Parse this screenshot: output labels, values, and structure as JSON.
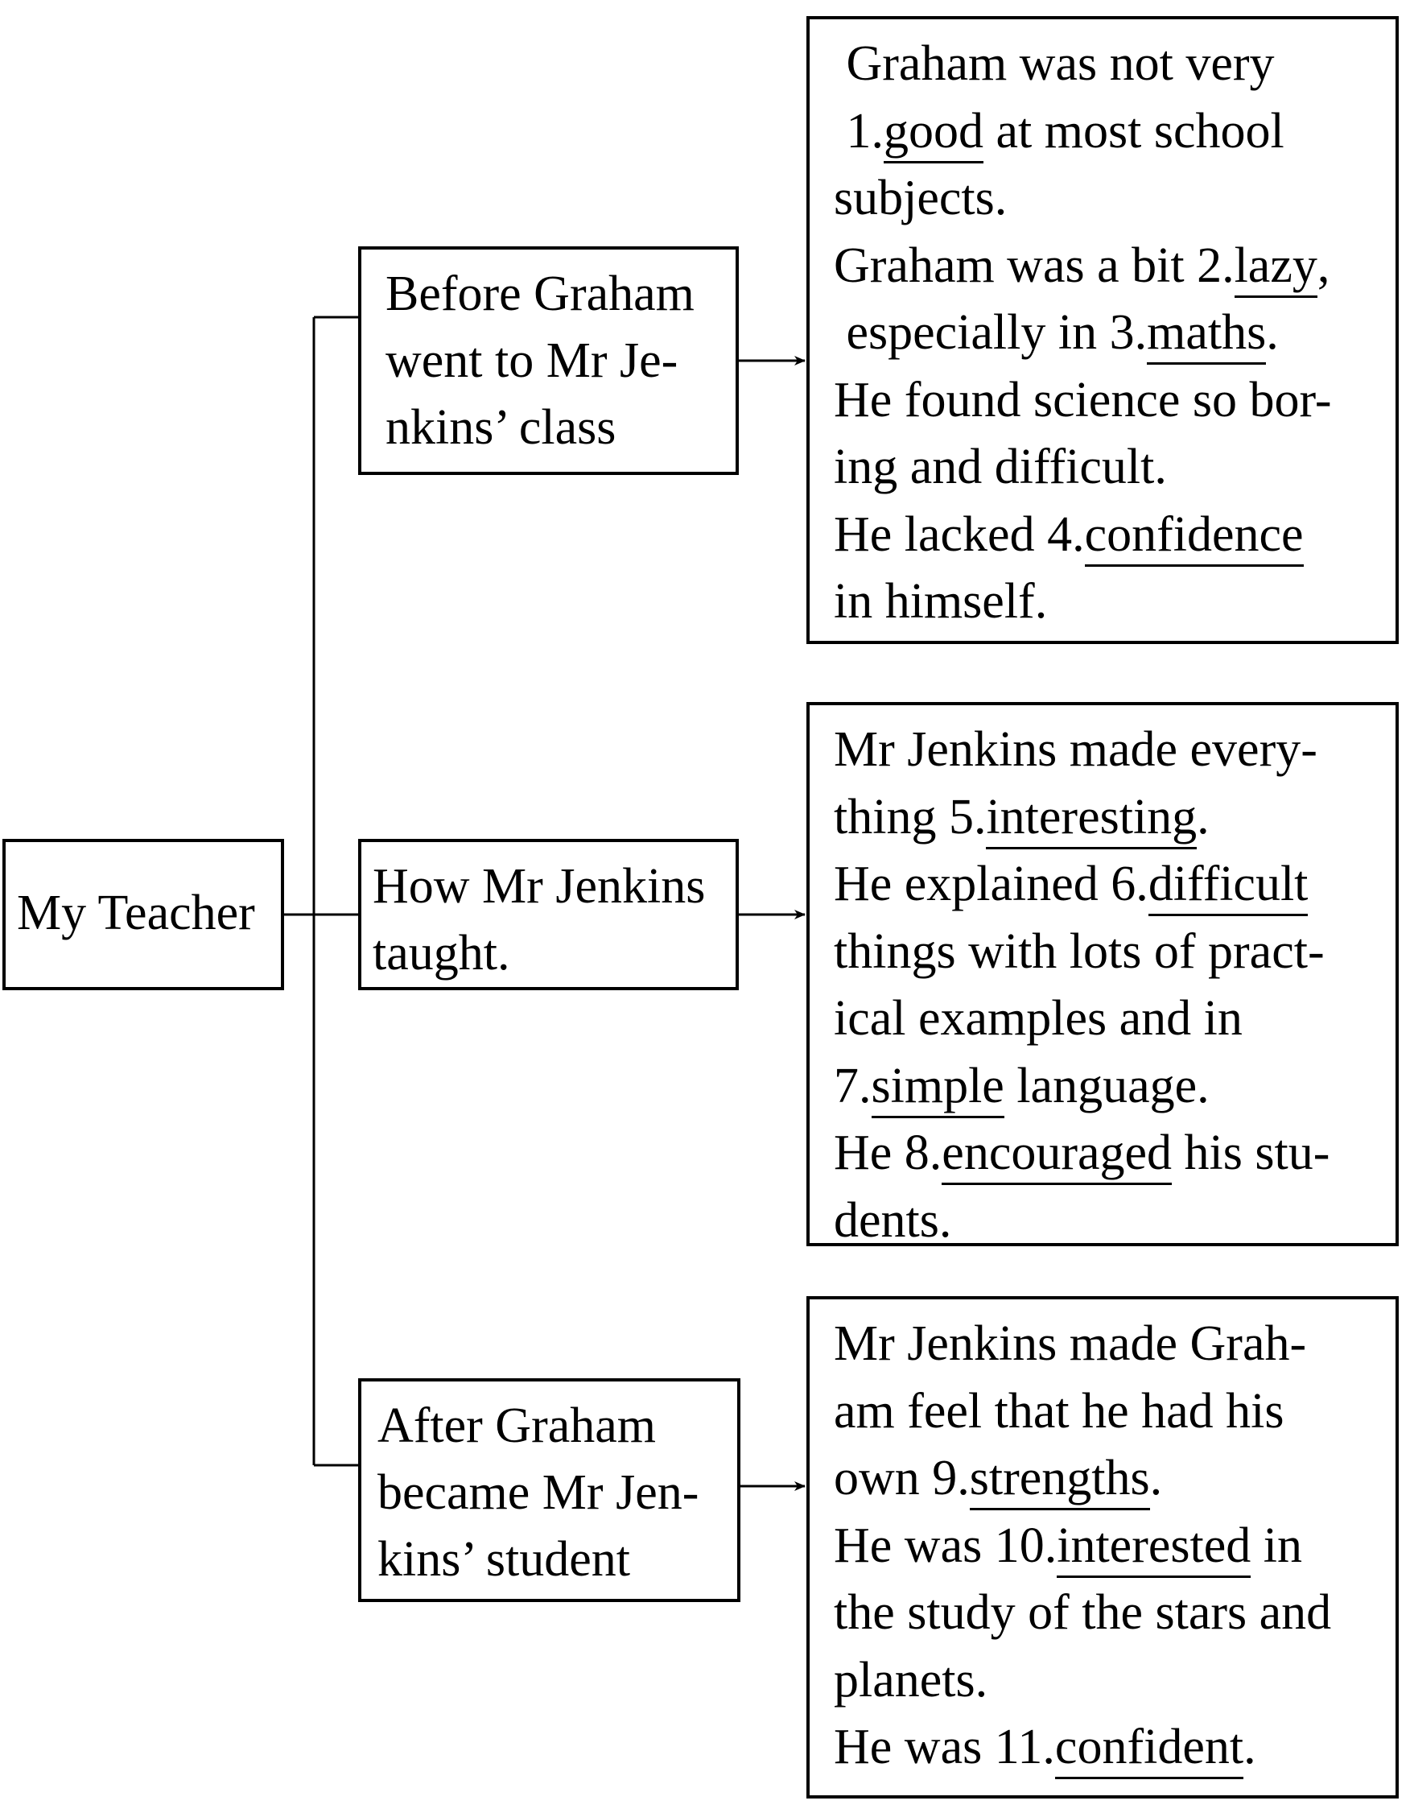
{
  "root": {
    "label": "My Teacher"
  },
  "branches": [
    {
      "heading_lines": [
        "Before Graham",
        "went to Mr Je-",
        "nkins’ class"
      ],
      "detail_lines": [
        [
          {
            "t": " Graham was not very"
          }
        ],
        [
          {
            "t": " 1."
          },
          {
            "b": "good"
          },
          {
            "t": " at most school"
          }
        ],
        [
          {
            "t": "subjects."
          }
        ],
        [
          {
            "t": "Graham was a bit 2."
          },
          {
            "b": "lazy"
          },
          {
            "t": ","
          }
        ],
        [
          {
            "t": " especially in 3."
          },
          {
            "b": "maths"
          },
          {
            "t": "."
          }
        ],
        [
          {
            "t": "He found science so bor-"
          }
        ],
        [
          {
            "t": "ing and difficult."
          }
        ],
        [
          {
            "t": "He lacked 4."
          },
          {
            "b": "confidence"
          }
        ],
        [
          {
            "t": "in himself."
          }
        ]
      ]
    },
    {
      "heading_lines": [
        "How Mr Jenkins",
        "taught."
      ],
      "detail_lines": [
        [
          {
            "t": "Mr Jenkins made every-"
          }
        ],
        [
          {
            "t": "thing 5."
          },
          {
            "b": "interesting"
          },
          {
            "t": "."
          }
        ],
        [
          {
            "t": "He explained 6."
          },
          {
            "b": "difficult"
          }
        ],
        [
          {
            "t": "things with lots of pract-"
          }
        ],
        [
          {
            "t": "ical examples and in"
          }
        ],
        [
          {
            "t": "7."
          },
          {
            "b": "simple"
          },
          {
            "t": " language."
          }
        ],
        [
          {
            "t": "He 8."
          },
          {
            "b": "encouraged"
          },
          {
            "t": " his stu-"
          }
        ],
        [
          {
            "t": "dents."
          }
        ]
      ]
    },
    {
      "heading_lines": [
        "After Graham",
        "became Mr Jen-",
        "kins’ student"
      ],
      "detail_lines": [
        [
          {
            "t": "Mr Jenkins made Grah-"
          }
        ],
        [
          {
            "t": "am feel that he had his"
          }
        ],
        [
          {
            "t": "own 9."
          },
          {
            "b": "strengths"
          },
          {
            "t": "."
          }
        ],
        [
          {
            "t": "He was 10."
          },
          {
            "b": "interested"
          },
          {
            "t": " in"
          }
        ],
        [
          {
            "t": "the study of the stars and"
          }
        ],
        [
          {
            "t": "planets."
          }
        ],
        [
          {
            "t": "He was 11."
          },
          {
            "b": "confident"
          },
          {
            "t": "."
          }
        ]
      ]
    }
  ]
}
